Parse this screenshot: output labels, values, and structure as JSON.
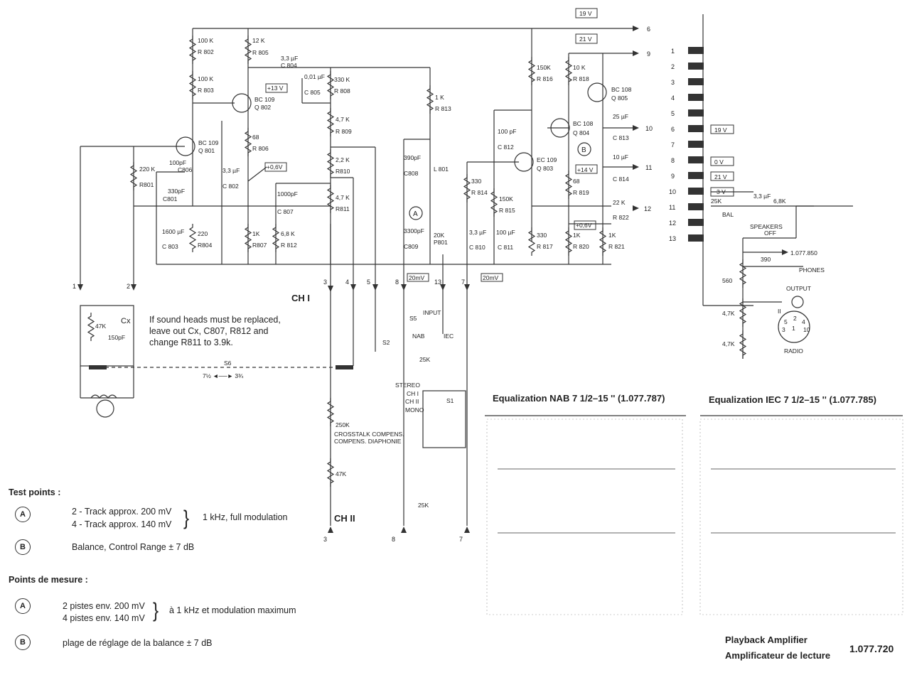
{
  "note": {
    "line1": "If sound heads must be replaced,",
    "line2": "leave out Cx, C807, R812 and",
    "line3": "change R811 to 3.9k."
  },
  "test_points": {
    "heading": "Test points :",
    "a_line1": "2 - Track approx. 200 mV",
    "a_line2": "4 - Track approx. 140 mV",
    "a_desc": "1 kHz, full modulation",
    "b_text": "Balance, Control Range ± 7 dB"
  },
  "points_de_mesure": {
    "heading": "Points de mesure :",
    "a_line1": "2 pistes env. 200 mV",
    "a_line2": "4 pistes env. 140 mV",
    "a_desc": "à 1 kHz et modulation maximum",
    "b_text": "plage de réglage de la balance ± 7 dB"
  },
  "markers": {
    "a": "A",
    "b": "B"
  },
  "insets": {
    "nab_title": "Equalization NAB 7 1/2–15 '' (1.077.787)",
    "iec_title": "Equalization IEC 7 1/2–15 '' (1.077.785)"
  },
  "footer": {
    "title_en": "Playback Amplifier",
    "title_fr": "Amplificateur de lecture",
    "part_no": "1.077.720"
  },
  "components": {
    "r802": [
      "100 K",
      "R 802"
    ],
    "r803": [
      "100 K",
      "R 803"
    ],
    "r805": [
      "12 K",
      "R 805"
    ],
    "c804": [
      "3,3 µF",
      "C 804"
    ],
    "c805": [
      "0,01 µF",
      "C 805"
    ],
    "r808": [
      "330 K",
      "R 808"
    ],
    "r813": [
      "1 K",
      "R 813"
    ],
    "q802": [
      "BC 109",
      "Q  802"
    ],
    "r806": [
      "68",
      "R 806"
    ],
    "q801": [
      "BC 109",
      "Q  801"
    ],
    "r809": [
      "4,7 K",
      "R 809"
    ],
    "r810": [
      "2,2 K",
      "R810"
    ],
    "r811": [
      "4,7 K",
      "R811"
    ],
    "r801": [
      "220 K",
      "R801"
    ],
    "c806": [
      "100pF",
      "C806"
    ],
    "c801": [
      "330pF",
      "C801"
    ],
    "c802": [
      "3,3 µF",
      "C 802"
    ],
    "c807": [
      "1000pF",
      "C 807"
    ],
    "c803": [
      "1600 µF",
      "C 803"
    ],
    "r804": [
      "220",
      "R804"
    ],
    "r807": [
      "1K",
      "R807"
    ],
    "r812": [
      "6,8 K",
      "R 812"
    ],
    "c808": [
      "390pF",
      "C808"
    ],
    "l801": [
      "L 801"
    ],
    "c809": [
      "3300pF",
      "C809"
    ],
    "p801": [
      "20K",
      "P801"
    ],
    "r816": [
      "150K",
      "R 816"
    ],
    "c812": [
      "100 pF",
      "C 812"
    ],
    "q803": [
      "EC 109",
      "Q 803"
    ],
    "r814": [
      "330",
      "R 814"
    ],
    "r815": [
      "150K",
      "R 815"
    ],
    "c810": [
      "3,3 µF",
      "C 810"
    ],
    "c811": [
      "100 µF",
      "C 811"
    ],
    "r817": [
      "330",
      "R 817"
    ],
    "r818": [
      "10 K",
      "R 818"
    ],
    "q805": [
      "BC 108",
      "Q 805"
    ],
    "q804": [
      "BC 108",
      "Q 804"
    ],
    "c813": [
      "25 µF",
      "C 813"
    ],
    "c814": [
      "10 µF",
      "C 814"
    ],
    "r819": [
      "68",
      "R 819"
    ],
    "r822": [
      "22 K",
      "R 822"
    ],
    "r820": [
      "1K",
      "R 820"
    ],
    "r821": [
      "1K",
      "R 821"
    ],
    "r47k": "47K",
    "cx": "Cx",
    "cx_val": "150pF",
    "s6": "S6",
    "s6_speeds": "7½ ◄──► 3¾",
    "s2": "S2",
    "s5": "S5",
    "input": "INPUT",
    "nab": "NAB",
    "iec": "IEC",
    "p25k_a": "25K",
    "stereo": "STEREO",
    "ch1": "CH I",
    "ch2": "CH II",
    "mono": "MONO",
    "s1": "S1",
    "p250k": "250K",
    "crosstalk1": "CROSSTALK COMPENS.",
    "crosstalk2": "COMPENS. DIAPHONIE",
    "r47k_b": "47K",
    "p25k_b": "25K",
    "r25k_bal": "25K",
    "bal": "BAL",
    "c33": "3,3 µF",
    "r68k": "6,8K",
    "speakers": "SPEAKERS",
    "off": "OFF",
    "ref1077850": "1.077.850",
    "r390": "390",
    "phones": "PHONES",
    "r560": "560",
    "output": "OUTPUT",
    "r47k_c": "4,7K",
    "r47k_d": "4,7K",
    "radio": "RADIO",
    "roman_ii": "II"
  },
  "voltages": {
    "v13": "+13 V",
    "v06a": "+0,6V",
    "v19a": "19 V",
    "v21a": "21 V",
    "v14": "+14 V",
    "v06b": "+0,6V",
    "v20a": "20mV",
    "v20b": "20mV",
    "conn6": "19 V",
    "conn8": "0  V",
    "conn9": "21 V",
    "conn10": "3 V"
  },
  "pins": {
    "p1": "1",
    "p2": "2",
    "p3": "3",
    "p4": "4",
    "p5": "5",
    "p8": "8",
    "p13": "13",
    "p7": "7",
    "p3b": "3",
    "p8b": "8",
    "p7b": "7",
    "out6": "6",
    "out9": "9",
    "out10": "10",
    "out11": "11",
    "out12": "12",
    "chI": "CH I",
    "chII": "CH II"
  },
  "connector": [
    "1",
    "2",
    "3",
    "4",
    "5",
    "6",
    "7",
    "8",
    "9",
    "10",
    "11",
    "12",
    "13"
  ],
  "socket": [
    "5",
    "2",
    "4",
    "1",
    "3",
    "10"
  ]
}
